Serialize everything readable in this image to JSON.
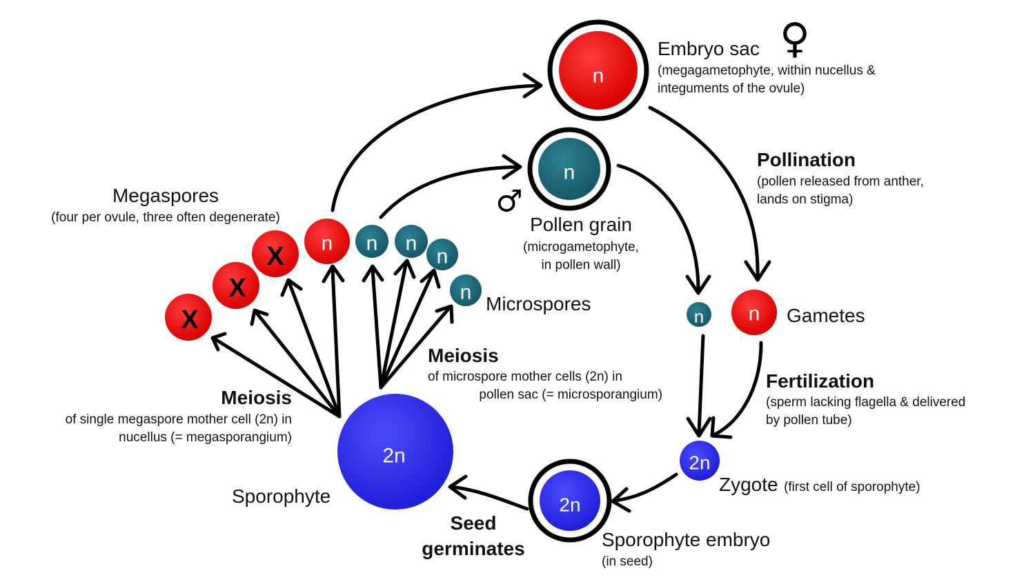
{
  "colors": {
    "haploid_red": "#ee1111",
    "haploid_teal": "#1f6b7d",
    "diploid_blue": "#2f2ff0",
    "arrow": "#000000"
  },
  "ploidy": {
    "n": "n",
    "two_n": "2n",
    "degenerate": "X"
  },
  "symbols": {
    "female": "♀",
    "male": "♂"
  },
  "embryo_sac": {
    "title": "Embryo sac",
    "desc_1": "(megagametophyte, within nucellus &",
    "desc_2": "integuments of the ovule)"
  },
  "pollination": {
    "title": "Pollination",
    "desc_1": "(pollen released from anther,",
    "desc_2": "lands on stigma)"
  },
  "pollen_grain": {
    "title": "Pollen grain",
    "desc_1": "(microgametophyte,",
    "desc_2": "in pollen wall)"
  },
  "megaspores": {
    "title": "Megaspores",
    "desc": "(four per ovule, three often degenerate)"
  },
  "microspores": {
    "title": "Microspores"
  },
  "gametes": {
    "title": "Gametes"
  },
  "meiosis_micro": {
    "title": "Meiosis",
    "desc_1": "of microspore mother cells (2n) in",
    "desc_2": "pollen sac (= microsporangium)"
  },
  "meiosis_mega": {
    "title": "Meiosis",
    "desc_1": "of single megaspore mother cell (2n) in",
    "desc_2": "nucellus (= megasporangium)"
  },
  "fertilization": {
    "title": "Fertilization",
    "desc_1": "(sperm lacking flagella & delivered",
    "desc_2": "by pollen tube)"
  },
  "zygote": {
    "title": "Zygote",
    "desc": "(first cell of sporophyte)"
  },
  "sporophyte": {
    "title": "Sporophyte"
  },
  "sporophyte_embryo": {
    "title": "Sporophyte embryo",
    "desc": "(in seed)"
  },
  "seed": {
    "line_1": "Seed",
    "line_2": "germinates"
  }
}
